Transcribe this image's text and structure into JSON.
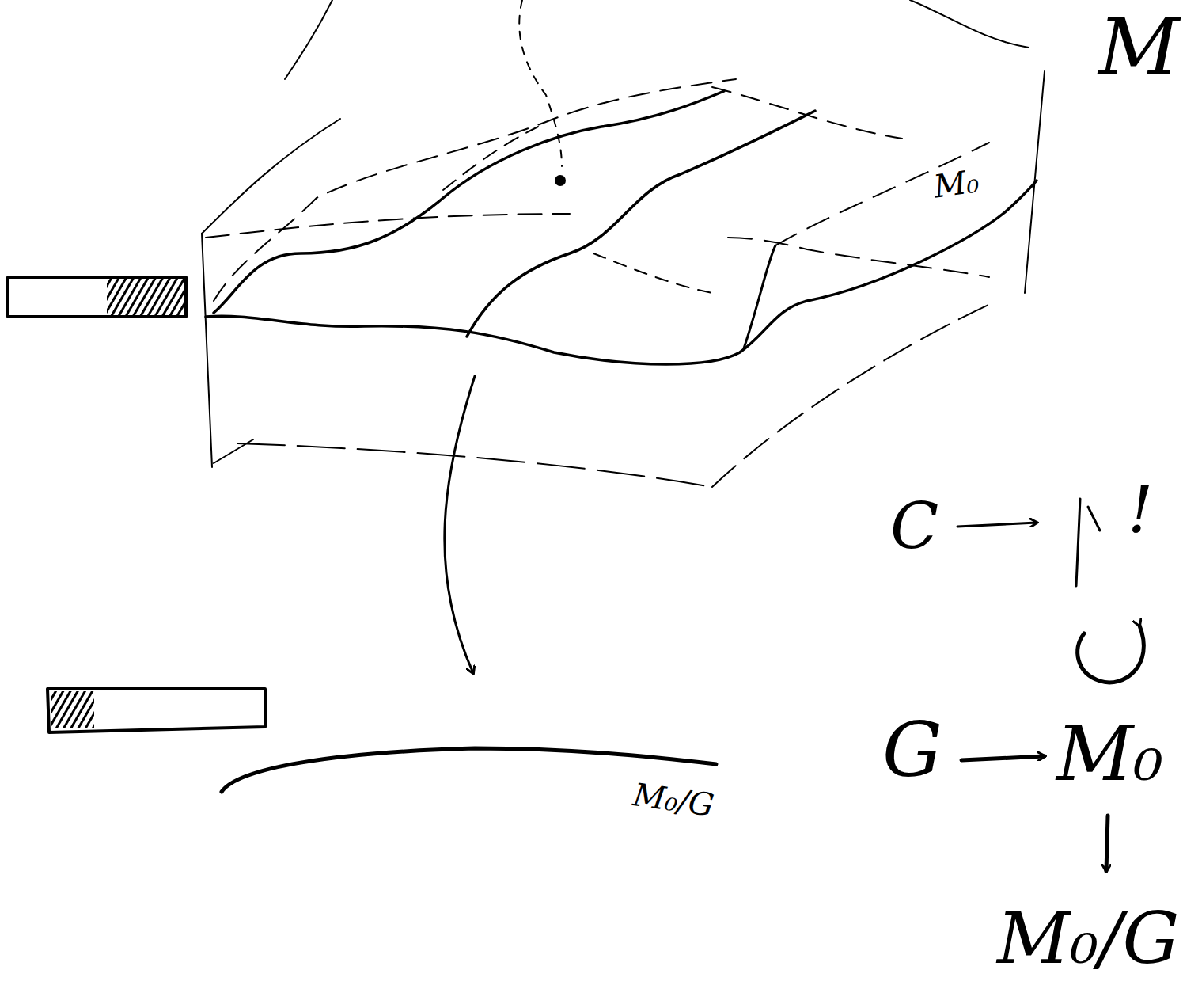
{
  "diagram": {
    "labels": [
      "M",
      "M₀",
      "M₀/G",
      "C",
      "!",
      "G",
      "M₀",
      "M₀/G"
    ]
  }
}
